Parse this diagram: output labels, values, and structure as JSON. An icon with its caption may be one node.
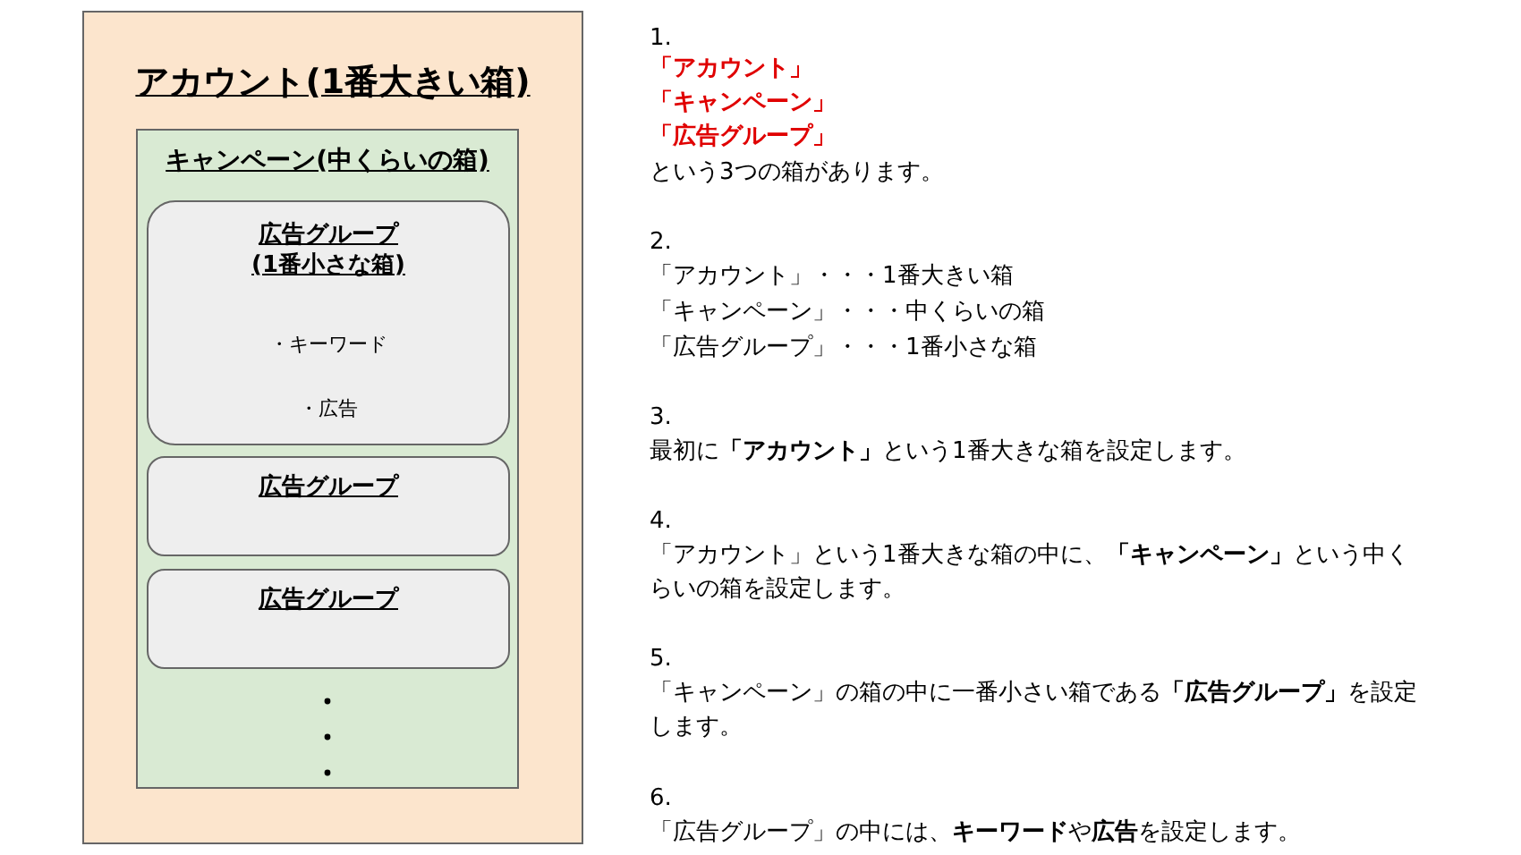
{
  "diagram": {
    "nodes": [
      {
        "text": [
          "アカウント(1番大きい箱)"
        ]
      },
      {
        "text": [
          "キャンペーン(中くらいの箱)"
        ],
        "in": 0
      },
      {
        "text": [
          "広告グループ(1番小さな箱)",
          "・キーワード",
          "・広告"
        ],
        "in": 1
      },
      {
        "text": [
          "広告グループ"
        ],
        "in": 1
      },
      {
        "text": [
          "広告グループ"
        ],
        "in": 1
      }
    ],
    "labels": [
      "1.",
      "「アカウント」",
      "「キャンペーン」",
      "「広告グループ」",
      "という3つの箱があります。",
      "2.",
      "「アカウント」・・・1番大きい箱",
      "「キャンペーン」・・・中くらいの箱",
      "「広告グループ」・・・1番小さな箱",
      "3.",
      "最初に**「アカウント」**という1番大きな箱を設定します。",
      "4.",
      "「アカウント」という1番大きな箱の中に、**「キャンペーン」**という中くらいの箱を設定します。",
      "5.",
      "「キャンペーン」の箱の中に一番小さい箱である**「広告グループ」**を設定します。",
      "6.",
      "「広告グループ」の中には、**キーワード**や**広告**を設定します。"
    ]
  }
}
